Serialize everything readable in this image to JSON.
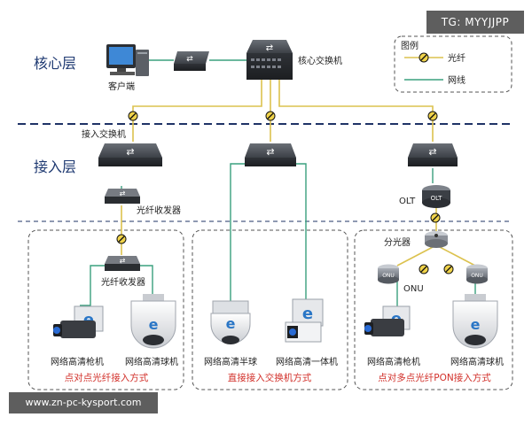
{
  "watermarks": {
    "top_right": "TG: MYYJJPP",
    "bottom_left": "www.zn-pc-kysport.com"
  },
  "layers": {
    "core": "核心层",
    "access": "接入层"
  },
  "legend": {
    "title": "图例",
    "fiber": "光纤",
    "cable": "网线"
  },
  "devices": {
    "client": "客户端",
    "core_switch": "核心交换机",
    "access_switch": "接入交换机",
    "fiber_transceiver_top": "光纤收发器",
    "fiber_transceiver_bottom": "光纤收发器",
    "olt_label": "OLT",
    "olt_chip": "OLT",
    "splitter": "分光器",
    "onu_label": "ONU",
    "onu_chip_left": "ONU",
    "onu_chip_right": "ONU"
  },
  "cameras": {
    "bullet_1": "网络高清枪机",
    "dome_1": "网络高清球机",
    "half_dome": "网络高清半球",
    "box_camera": "网络高清一体机",
    "bullet_2": "网络高清枪机",
    "dome_2": "网络高清球机"
  },
  "sections": {
    "p2p": "点对点光纤接入方式",
    "direct": "直接接入交换机方式",
    "pon": "点对多点光纤PON接入方式"
  },
  "colors": {
    "layer_text": "#1f3a72",
    "section_text": "#d2302a",
    "cable": "#3aa07e",
    "fiber": "#dcc24e",
    "dashed": "#1f3366"
  }
}
